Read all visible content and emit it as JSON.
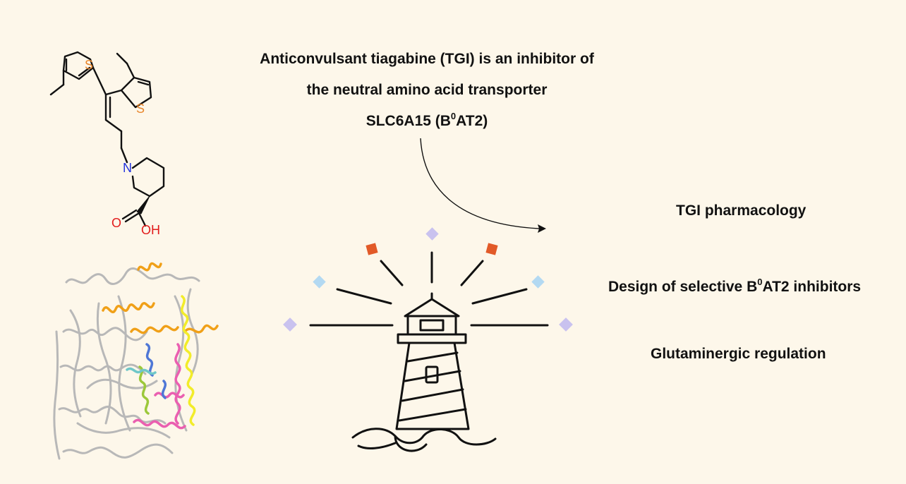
{
  "headline": {
    "line1": "Anticonvulsant tiagabine (TGI) is an inhibitor of",
    "line2": "the neutral amino acid transporter",
    "line3_pre": "SLC6A15 (B",
    "line3_sup": "0",
    "line3_post": "AT2)"
  },
  "outcomes": [
    {
      "pre": "TGI pharmacology",
      "sup": "",
      "post": ""
    },
    {
      "pre": "Design of selective B",
      "sup": "0",
      "post": "AT2 inhibitors"
    },
    {
      "pre": "Glutaminergic regulation",
      "sup": "",
      "post": ""
    }
  ],
  "molecule": {
    "atom_s1": "S",
    "atom_s2": "S",
    "atom_n": "N",
    "atom_o": "O",
    "atom_oh": "OH"
  },
  "colors": {
    "background": "#fdf7ea",
    "sulfur": "#e8852a",
    "nitrogen": "#2233dd",
    "oxygen": "#e21b1b",
    "diamond_purple": "#c9c2ef",
    "diamond_blue": "#b3d9f2",
    "square_orange": "#e25a28",
    "helix_gray": "#b8b8b8",
    "helix_orange": "#f0a018",
    "helix_yellow": "#f2ec2a",
    "helix_pink": "#ea5fb0",
    "helix_blue": "#4f77d6",
    "helix_green": "#9cc83a",
    "helix_cyan": "#6fc7c8"
  },
  "icons": [
    "tiagabine-structure",
    "protein-ribbon",
    "lighthouse-icon",
    "curved-arrow"
  ]
}
